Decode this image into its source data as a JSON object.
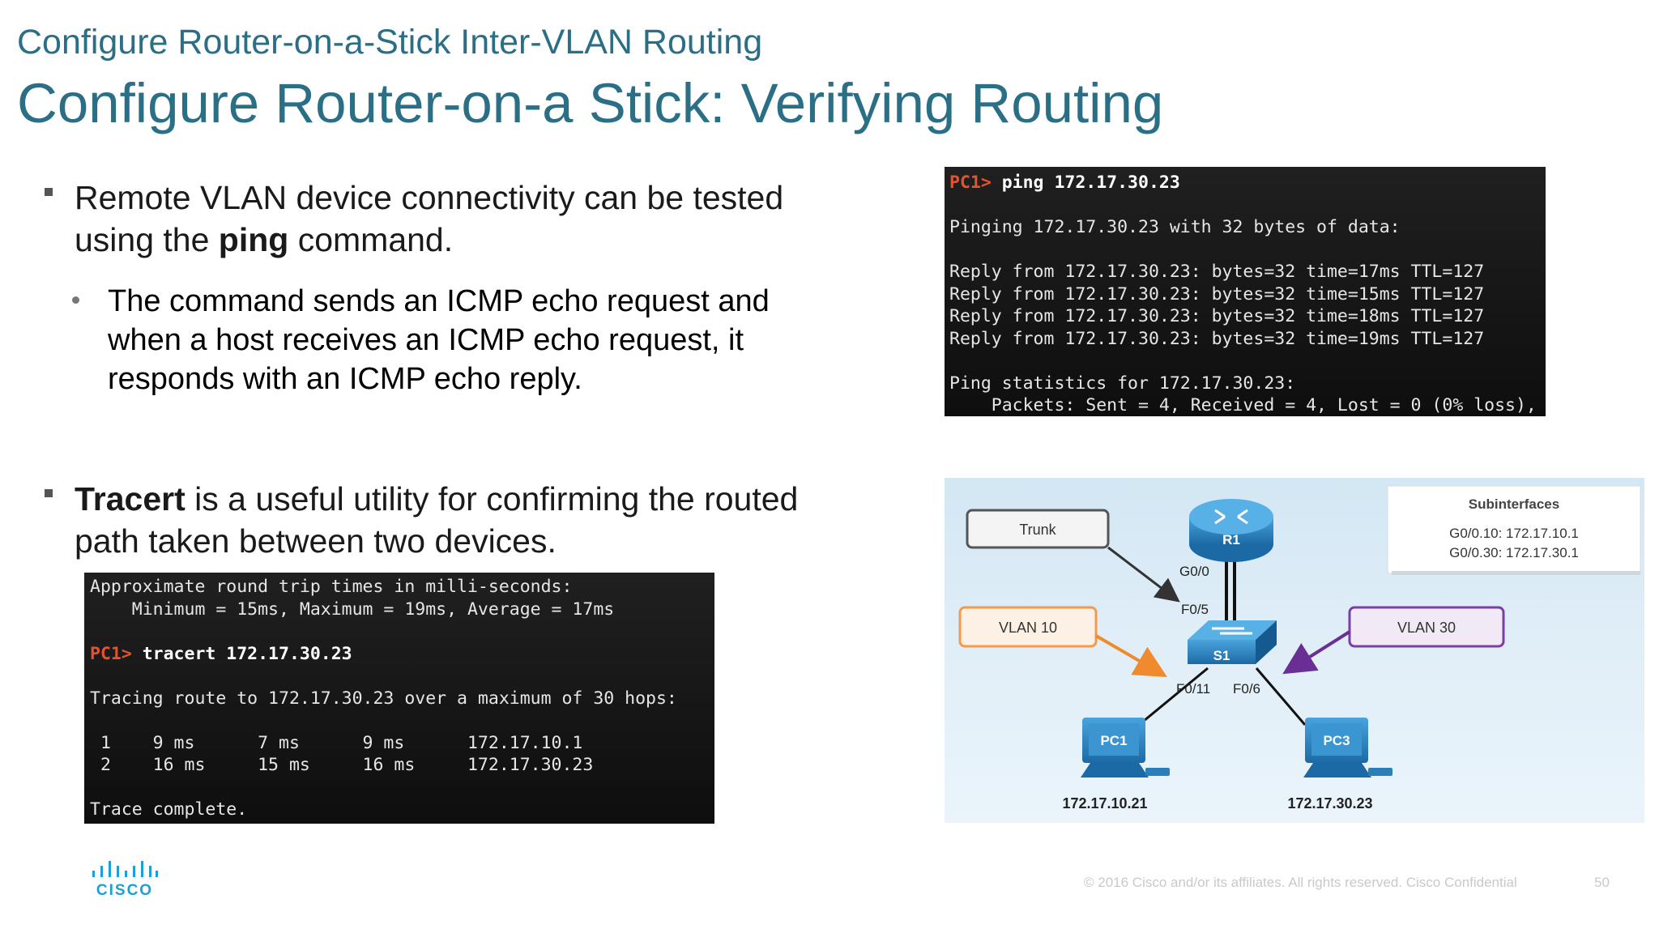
{
  "header": {
    "subtitle": "Configure Router-on-a-Stick Inter-VLAN Routing",
    "title": "Configure Router-on-a Stick: Verifying Routing"
  },
  "bullets": {
    "b1_pre": "Remote VLAN device connectivity can be tested",
    "b1_line2_pre": "using the ",
    "b1_bold": "ping",
    "b1_line2_post": " command.",
    "sub1_l1": "The command sends an ICMP echo request and",
    "sub1_l2": "when a host receives an ICMP echo request, it",
    "sub1_l3": "responds with an ICMP echo reply.",
    "b2_bold": "Tracert",
    "b2_l1_post": " is a useful utility for confirming the routed",
    "b2_l2": "path taken between two devices."
  },
  "ping_terminal": {
    "prompt": "PC1>",
    "command": " ping 172.17.30.23",
    "l2": "Pinging 172.17.30.23 with 32 bytes of data:",
    "r1": "Reply from 172.17.30.23: bytes=32 time=17ms TTL=127",
    "r2": "Reply from 172.17.30.23: bytes=32 time=15ms TTL=127",
    "r3": "Reply from 172.17.30.23: bytes=32 time=18ms TTL=127",
    "r4": "Reply from 172.17.30.23: bytes=32 time=19ms TTL=127",
    "s1": "Ping statistics for 172.17.30.23:",
    "s2": "    Packets: Sent = 4, Received = 4, Lost = 0 (0% loss),"
  },
  "tracert_terminal": {
    "l1": "Approximate round trip times in milli-seconds:",
    "l2": "    Minimum = 15ms, Maximum = 19ms, Average = 17ms",
    "prompt": "PC1>",
    "command": " tracert 172.17.30.23",
    "l4": "Tracing route to 172.17.30.23 over a maximum of 30 hops:",
    "h1": " 1    9 ms      7 ms      9 ms      172.17.10.1",
    "h2": " 2    16 ms     15 ms     16 ms     172.17.30.23",
    "l7": "Trace complete."
  },
  "topology": {
    "trunk_label": "Trunk",
    "vlan10_label": "VLAN 10",
    "vlan30_label": "VLAN 30",
    "router_label": "R1",
    "switch_label": "S1",
    "g00": "G0/0",
    "f05": "F0/5",
    "f011": "F0/11",
    "f06": "F0/6",
    "pc1_label": "PC1",
    "pc3_label": "PC3",
    "pc1_ip": "172.17.10.21",
    "pc3_ip": "172.17.30.23",
    "subif_title": "Subinterfaces",
    "subif_1": "G0/0.10: 172.17.10.1",
    "subif_2": "G0/0.30: 172.17.30.1",
    "colors": {
      "vlan10": "#f39a4c",
      "vlan30": "#7b3fa3",
      "device": "#2a7fb8"
    }
  },
  "footer": {
    "logo_text": "CISCO",
    "copyright": "© 2016  Cisco and/or its affiliates. All rights reserved.   Cisco Confidential",
    "page": "50"
  }
}
